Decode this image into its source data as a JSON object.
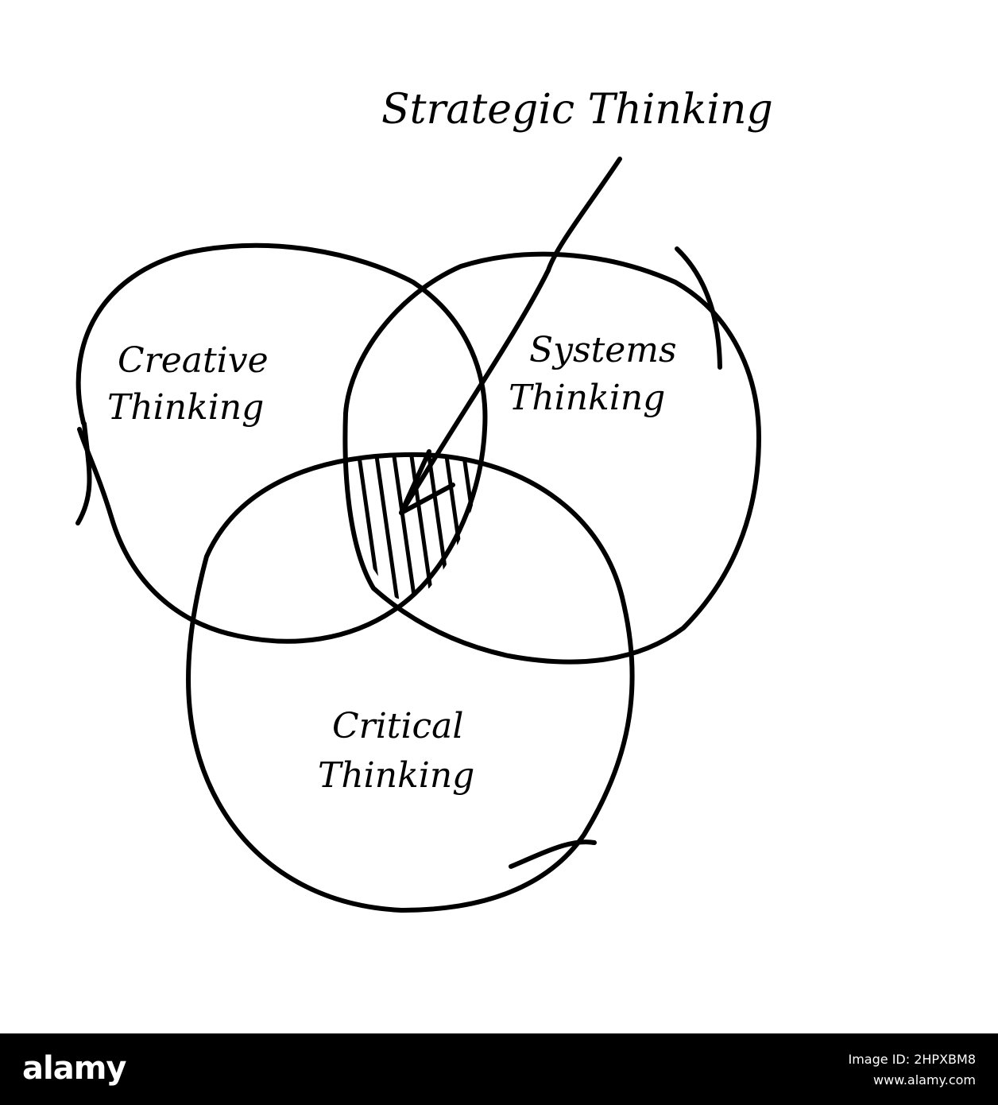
{
  "diagram": {
    "title": "Strategic Thinking",
    "circles": [
      {
        "line1": "Creative",
        "line2": "Thinking"
      },
      {
        "line1": "Systems",
        "line2": "Thinking"
      },
      {
        "line1": "Critical",
        "line2": "Thinking"
      }
    ]
  },
  "footer": {
    "logo": "alamy",
    "image_id": "Image ID: 2HPXBM8",
    "site": "www.alamy.com"
  },
  "colors": {
    "ink": "#000000",
    "background": "#ffffff",
    "footer": "#000000"
  }
}
